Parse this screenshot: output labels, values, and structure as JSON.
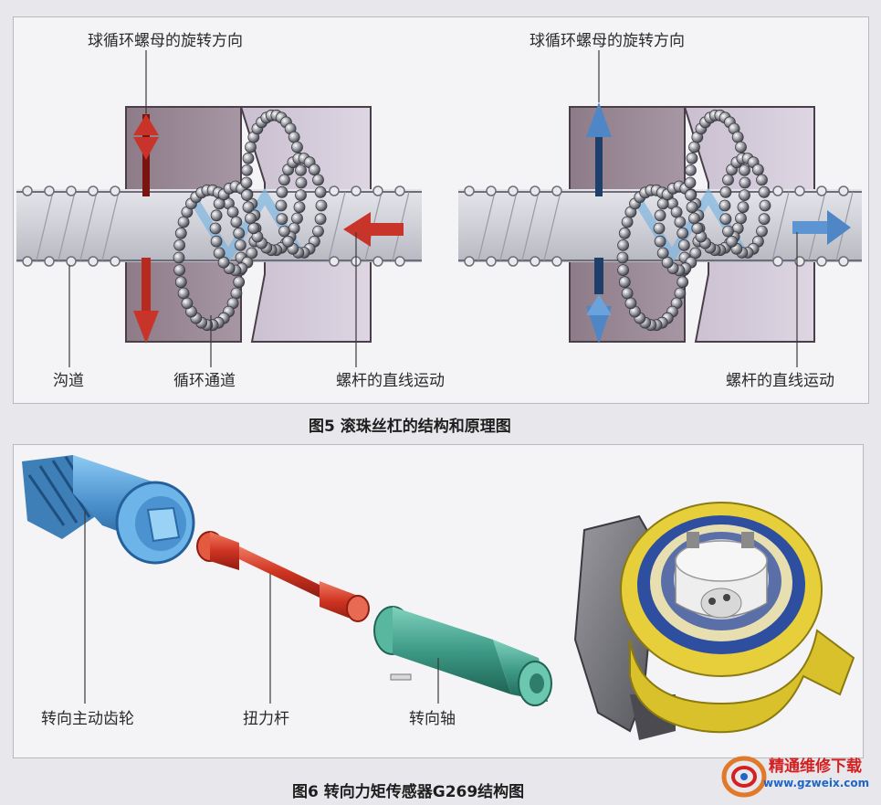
{
  "fig5": {
    "left": {
      "rotation_label": "球循环螺母的旋转方向",
      "groove_label": "沟道",
      "channel_label": "循环通道",
      "linear_label": "螺杆的直线运动"
    },
    "right": {
      "rotation_label": "球循环螺母的旋转方向",
      "linear_label": "螺杆的直线运动"
    },
    "caption": "图5 滚珠丝杠的结构和原理图"
  },
  "fig6": {
    "pinion_label": "转向主动齿轮",
    "torsion_bar_label": "扭力杆",
    "shaft_label": "转向轴",
    "caption": "图6 转向力矩传感器G269结构图"
  },
  "watermark": {
    "title": "精通维修下载",
    "url": "www.gzweix.com"
  },
  "colors": {
    "red_arrow": "#c8332a",
    "blue_arrow": "#4f86c6",
    "pinion": "#5aa2d8",
    "torsion_bar": "#d23a2a",
    "shaft": "#3f9a86",
    "sensor_yellow": "#e6cf3a"
  }
}
